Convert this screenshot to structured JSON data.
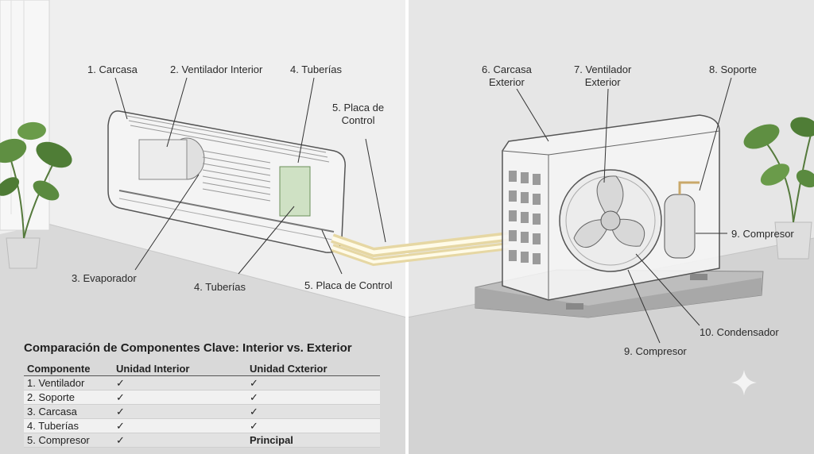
{
  "labels": {
    "indoor": {
      "casing": "1. Carcasa",
      "fan": "2. Ventilador Interior",
      "pipes_top": "4. Tuberías",
      "control_top_1": "5. Placa de",
      "control_top_2": "Control",
      "evaporator": "3. Evaporador",
      "pipes_bottom": "4. Tuberías",
      "control_bottom": "5. Placa de Control"
    },
    "outdoor": {
      "casing_1": "6. Carcasa",
      "casing_2": "Exterior",
      "fan_1": "7. Ventilador",
      "fan_2": "Exterior",
      "support": "8. Soporte",
      "compressor_right": "9. Compresor",
      "condenser": "10. Condensador",
      "compressor_bottom": "9. Compresor"
    }
  },
  "table": {
    "title": "Comparación de Componentes Clave: Interior vs. Exterior",
    "headers": [
      "Componente",
      "Unidad Interior",
      "Unidad Cxterior"
    ],
    "rows": [
      [
        "1. Ventilador",
        "✓",
        "✓"
      ],
      [
        "2. Soporte",
        "✓",
        "✓"
      ],
      [
        "3. Carcasa",
        "✓",
        "✓"
      ],
      [
        "4. Tuberías",
        "✓",
        "✓"
      ],
      [
        "5. Compresor",
        "✓",
        "Principal"
      ]
    ]
  }
}
